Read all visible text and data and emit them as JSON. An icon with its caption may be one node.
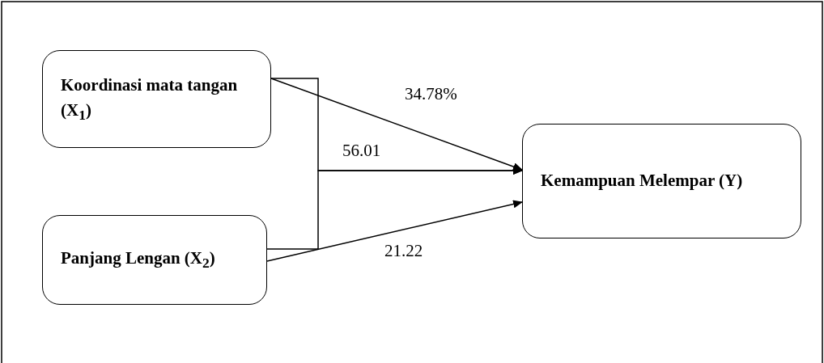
{
  "diagram": {
    "nodes": [
      {
        "text": [
          "Koordinasi mata tangan (X$_{1}$)"
        ]
      },
      {
        "text": [
          "Panjang Lengan (X$_{2}$)"
        ]
      },
      {
        "text": [
          "Kemampuan Melempar (Y)"
        ]
      }
    ],
    "edges": [
      {
        "from": 0,
        "to": 2,
        "arrow": "to",
        "label": "34.78%"
      },
      {
        "from": 0,
        "to": 2,
        "arrow": "to",
        "label": "56.01"
      },
      {
        "from": 1,
        "to": 2,
        "arrow": "to"
      },
      {
        "from": 1,
        "to": 2,
        "arrow": "to",
        "label": "21.22"
      }
    ]
  }
}
